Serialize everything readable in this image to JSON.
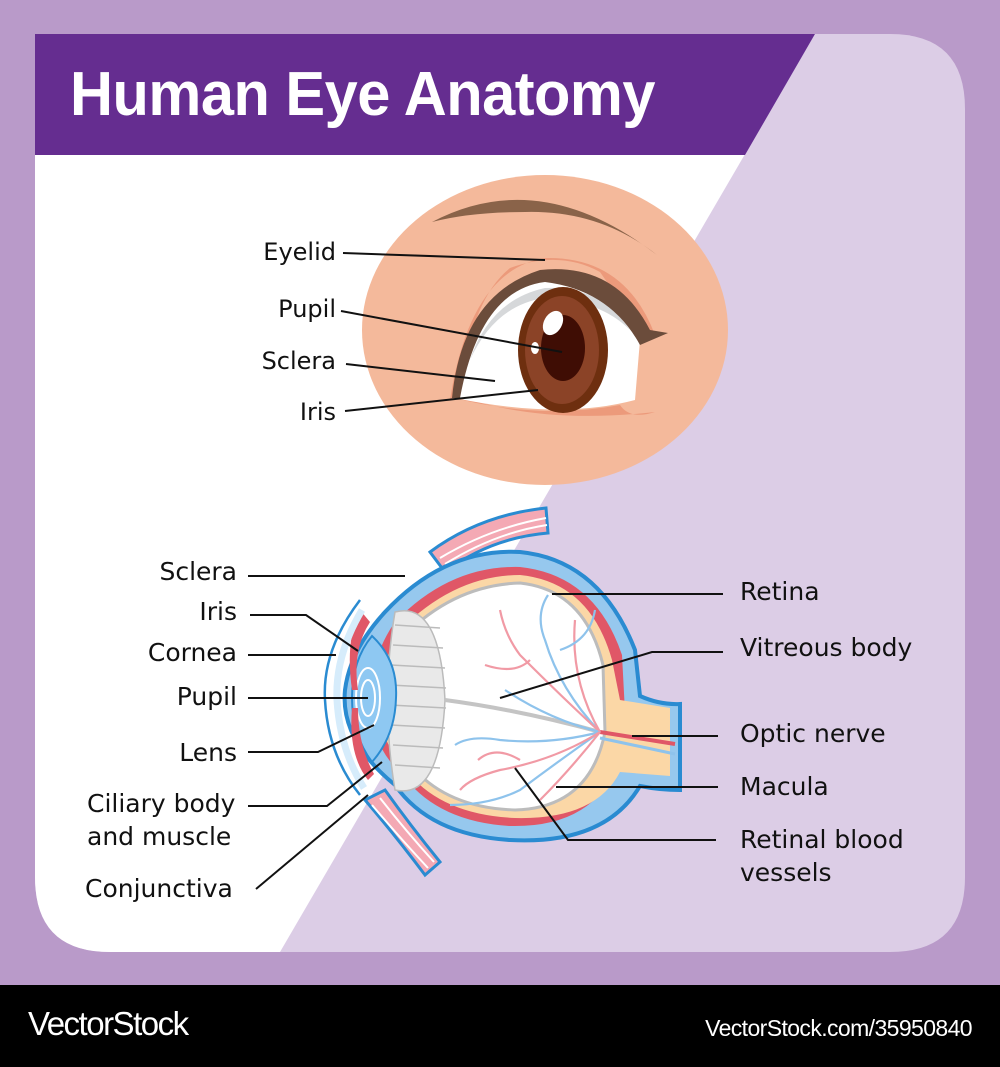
{
  "title": "Human Eye Anatomy",
  "colors": {
    "background": "#b99ac9",
    "card_white": "#ffffff",
    "card_lavender": "#dccde6",
    "title_band": "#652d90",
    "title_text": "#ffffff",
    "skin": "#f4b99b",
    "skin_dark": "#ec9a7b",
    "eyebrow": "#8a6349",
    "iris": "#8b4327",
    "pupil": "#3f0d04",
    "sclera_blue": "#96c8ee",
    "sclera_outline": "#2a8bd1",
    "choroid_red": "#e05767",
    "retina_beige": "#fbd7a6",
    "footer": "#000000"
  },
  "external_eye": {
    "labels": [
      {
        "id": "eyelid",
        "text": "Eyelid"
      },
      {
        "id": "pupil",
        "text": "Pupil"
      },
      {
        "id": "sclera",
        "text": "Sclera"
      },
      {
        "id": "iris",
        "text": "Iris"
      }
    ]
  },
  "cross_section": {
    "left_labels": [
      {
        "id": "sclera",
        "text": "Sclera"
      },
      {
        "id": "iris",
        "text": "Iris"
      },
      {
        "id": "cornea",
        "text": "Cornea"
      },
      {
        "id": "pupil",
        "text": "Pupil"
      },
      {
        "id": "lens",
        "text": "Lens"
      },
      {
        "id": "ciliary",
        "line1": "Ciliary body",
        "line2": "and muscle"
      },
      {
        "id": "conjunctiva",
        "text": "Conjunctiva"
      }
    ],
    "right_labels": [
      {
        "id": "retina",
        "text": "Retina"
      },
      {
        "id": "vitreous",
        "text": "Vitreous body"
      },
      {
        "id": "optic_nerve",
        "text": "Optic nerve"
      },
      {
        "id": "macula",
        "text": "Macula"
      },
      {
        "id": "retinal_vessels",
        "line1": "Retinal blood",
        "line2": "vessels"
      }
    ]
  },
  "footer": {
    "brand": "VectorStock",
    "image_ref": "VectorStock.com/35950840"
  }
}
